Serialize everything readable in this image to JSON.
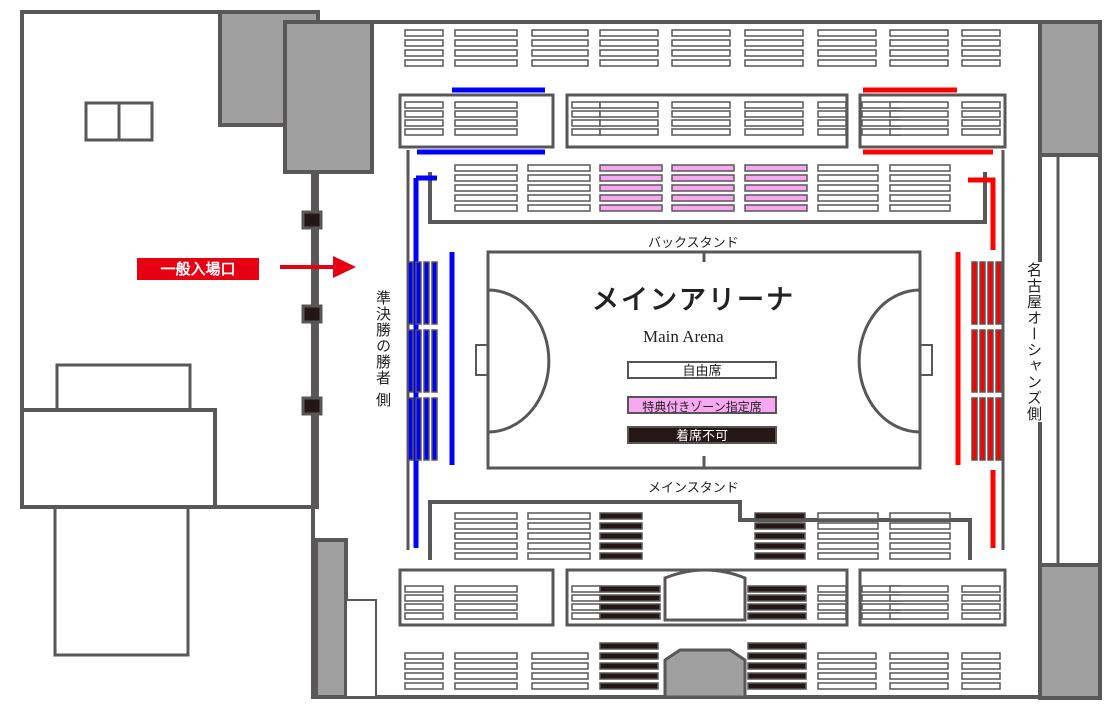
{
  "title_ja": "メインアリーナ",
  "title_en": "Main Arena",
  "stands": {
    "back": "バックスタンド",
    "main": "メインスタンド"
  },
  "sides": {
    "left": "準決勝の勝者 側",
    "right": "名古屋オーシャンズ側"
  },
  "entrance": {
    "label": "一般入場口"
  },
  "legend": [
    {
      "label": "自由席",
      "color": "#ffffff",
      "text_color": "#222222"
    },
    {
      "label": "特典付きゾーン指定席",
      "color": "#f8a8f0",
      "text_color": "#222222"
    },
    {
      "label": "着席不可",
      "color": "#231815",
      "text_color": "#ffffff"
    }
  ],
  "colors": {
    "wall": "#595757",
    "fill_gray": "#a0a0a0",
    "blue": "#0000ff",
    "red": "#ff0000",
    "pink": "#f8a8f0",
    "black": "#231815",
    "entrance": "#e60012"
  }
}
